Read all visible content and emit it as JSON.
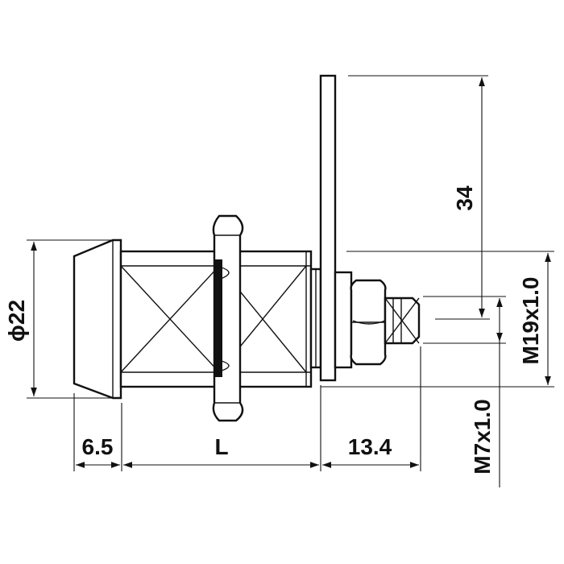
{
  "dimensions": {
    "diameter": "ϕ22",
    "face_length": "6.5",
    "body_length": "L",
    "shaft_length": "13.4",
    "cam_length": "34",
    "body_thread": "M19x1.0",
    "shaft_thread": "M7x1.0"
  },
  "colors": {
    "line": "#111111",
    "background": "#ffffff"
  }
}
